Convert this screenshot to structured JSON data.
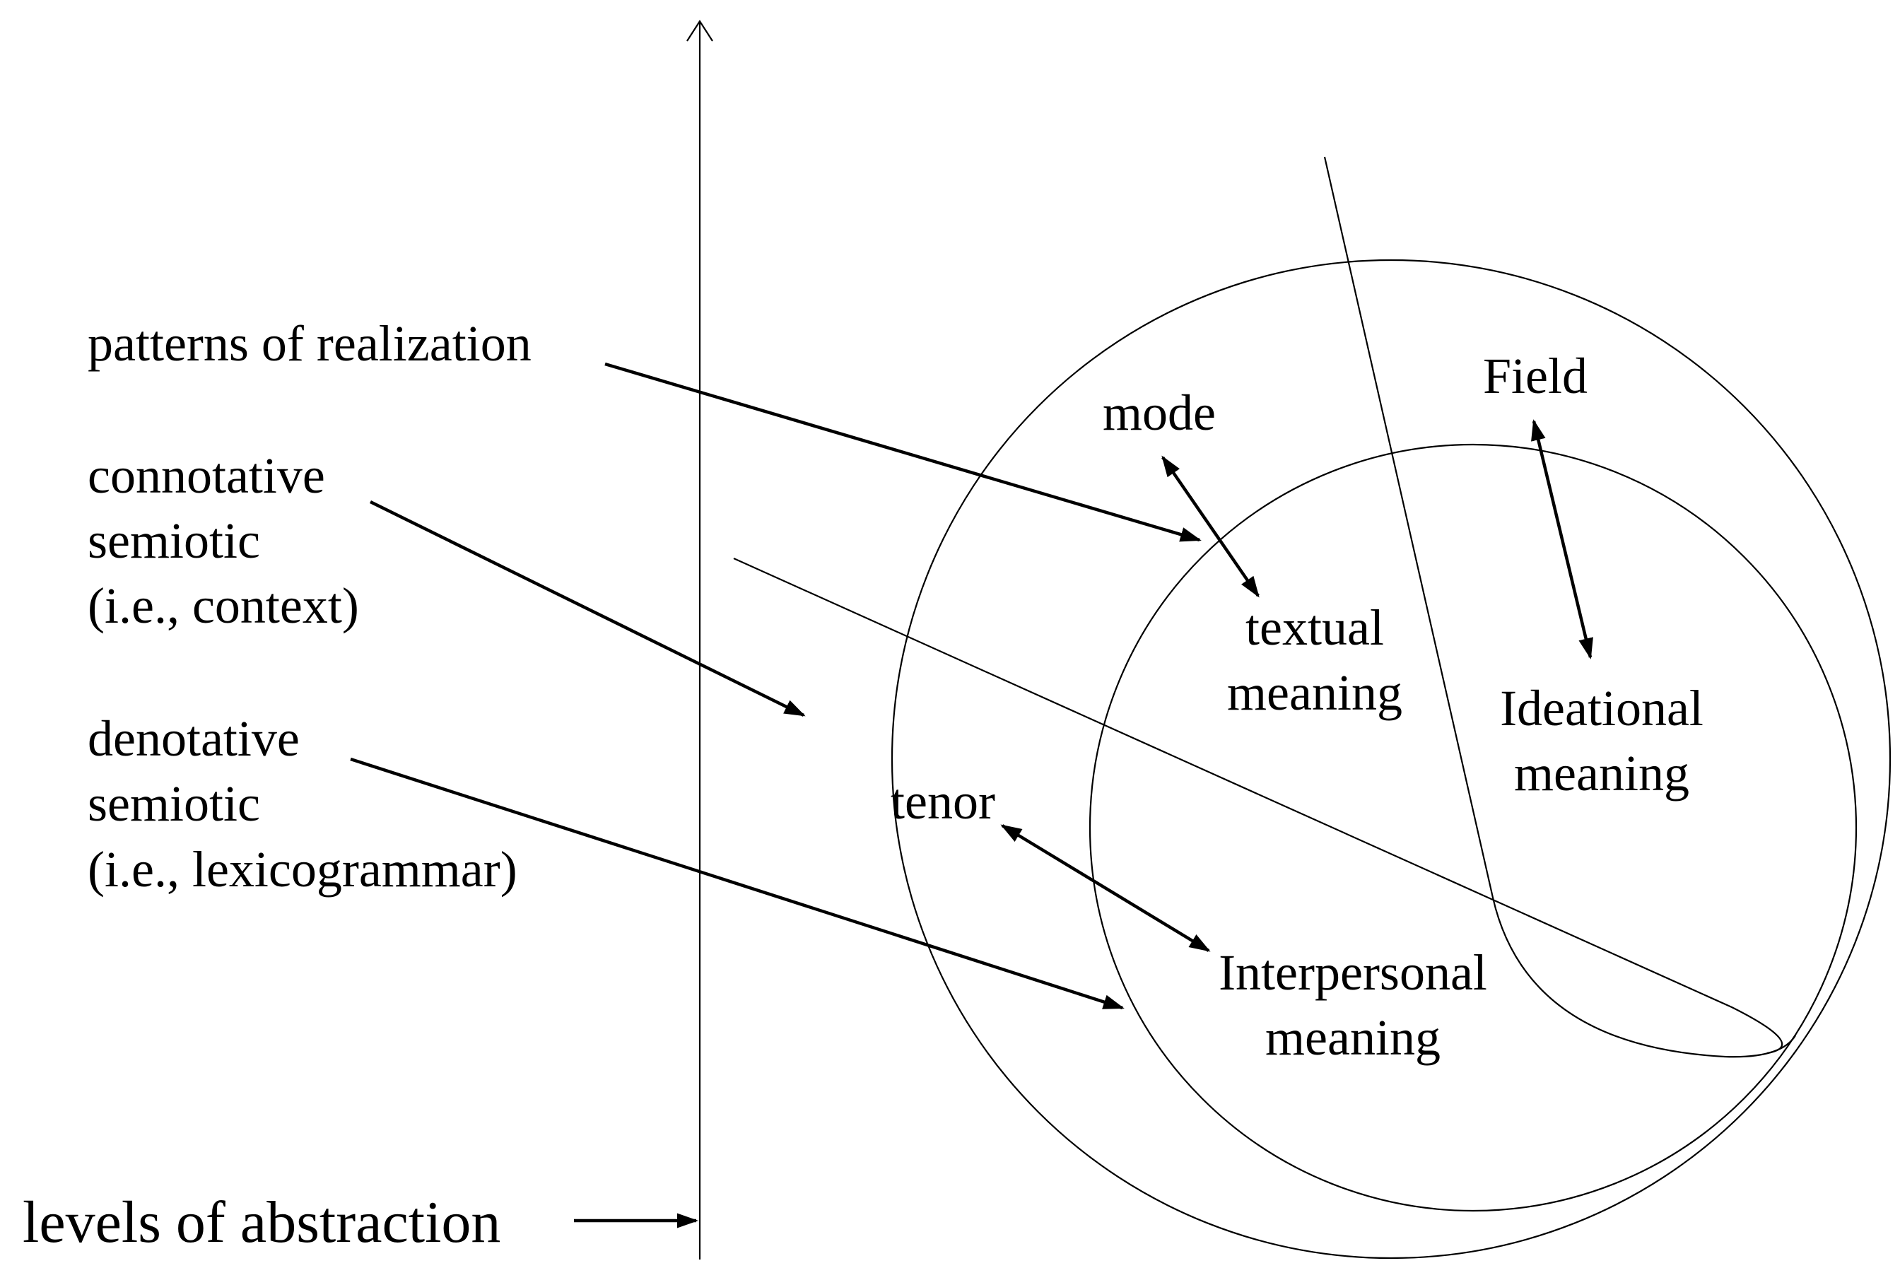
{
  "left_labels": {
    "patterns": "patterns of realization",
    "connotative": [
      "connotative",
      "semiotic",
      "(i.e., context)"
    ],
    "denotative": [
      "denotative",
      "semiotic",
      "(i.e., lexicogrammar)"
    ],
    "abstraction": "levels of abstraction"
  },
  "context_labels": {
    "mode": "mode",
    "field": "Field",
    "tenor": "tenor"
  },
  "meaning_labels": {
    "textual": [
      "textual",
      "meaning"
    ],
    "ideational": [
      "Ideational",
      "meaning"
    ],
    "interpersonal": [
      "Interpersonal",
      "meaning"
    ]
  }
}
